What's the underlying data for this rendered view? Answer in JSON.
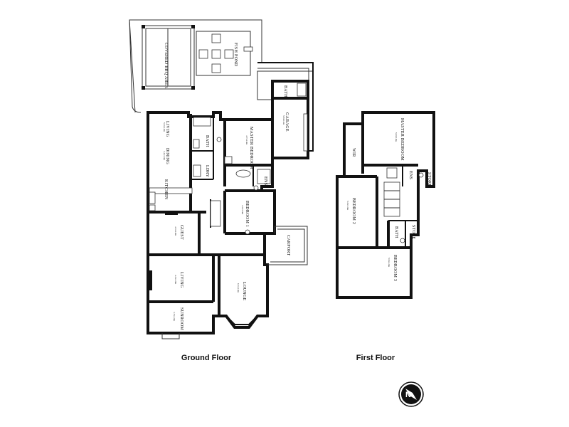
{
  "ground_floor": {
    "title": "Ground Floor",
    "rooms": {
      "covered_bbq": {
        "label": "COVERED BBQ AREA"
      },
      "fish_pond": {
        "label": "FISH POND"
      },
      "bath_garage": {
        "label": "BATH"
      },
      "garage": {
        "label": "GARAGE",
        "dim": "5.8x6.1m"
      },
      "living_upper": {
        "label": "LIVING",
        "dim": "5.0x4.0m"
      },
      "dining": {
        "label": "DINING",
        "dim": "3.4x3.0m"
      },
      "bath": {
        "label": "BATH"
      },
      "master_bedroom": {
        "label": "MASTER BEDROOM",
        "dim": "4.7x4.0m"
      },
      "ens": {
        "label": "ENS"
      },
      "laundry": {
        "label": "LDRY"
      },
      "kitchen": {
        "label": "KITCHEN"
      },
      "bedroom_1": {
        "label": "BEDROOM 1",
        "dim": "4.3x3.0m"
      },
      "guest": {
        "label": "GUEST",
        "dim": "4.3x4.0m"
      },
      "carport": {
        "label": "CARPORT"
      },
      "living_lower": {
        "label": "LIVING",
        "dim": "4.3x4.0m"
      },
      "lounge": {
        "label": "LOUNGE",
        "dim": "6.3x4.0m"
      },
      "sunroom": {
        "label": "SUNROOM",
        "dim": "3.7x4.0m"
      }
    }
  },
  "first_floor": {
    "title": "First Floor",
    "rooms": {
      "master_bedroom": {
        "label": "MASTER BEDROOM",
        "dim": "5.9x5.5m"
      },
      "wir": {
        "label": "WIR"
      },
      "ens": {
        "label": "ENS"
      },
      "store_upper": {
        "label": "STORE"
      },
      "bedroom_2": {
        "label": "BEDROOM 2",
        "dim": "5.0x3.0m"
      },
      "bath": {
        "label": "BATH"
      },
      "store_lower": {
        "label": "STORE"
      },
      "bedroom_3": {
        "label": "BEDROOM 3",
        "dim": "5.9x4.0m"
      }
    }
  },
  "compass": {
    "letter": "N"
  }
}
